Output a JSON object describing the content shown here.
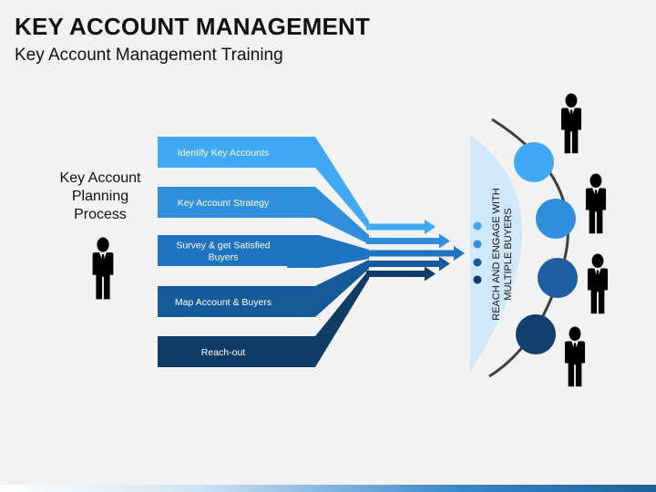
{
  "header": {
    "title": "KEY ACCOUNT MANAGEMENT",
    "subtitle": "Key Account Management Training"
  },
  "left": {
    "lines": [
      "Key Account",
      "Planning",
      "Process"
    ],
    "icon": "businessman-icon"
  },
  "steps": [
    {
      "label_lines": [
        "Identify Key Accounts"
      ],
      "color": "#3fa9f5"
    },
    {
      "label_lines": [
        "Key Account Strategy"
      ],
      "color": "#2f8fdc"
    },
    {
      "label_lines": [
        "Survey & get Satisfied",
        "Buyers"
      ],
      "color": "#1e74c0"
    },
    {
      "label_lines": [
        "Map Account & Buyers"
      ],
      "color": "#155a9a"
    },
    {
      "label_lines": [
        "Reach-out"
      ],
      "color": "#0e3c66"
    }
  ],
  "reach": {
    "label_lines": [
      "REACH AND ENGAGE WITH",
      "MULTIPLE BUYERS"
    ],
    "bullet_colors": [
      "#3fa9f5",
      "#2f8fdc",
      "#155a9a",
      "#0e3c66"
    ],
    "panel_color": "#cfe8fb"
  },
  "buyers": [
    {
      "circle_color": "#3fa9f5",
      "icon": "businessman-icon"
    },
    {
      "circle_color": "#2f8fdc",
      "icon": "businessman-icon"
    },
    {
      "circle_color": "#1e5fa3",
      "icon": "businessman-icon"
    },
    {
      "circle_color": "#123f6e",
      "icon": "businessman-icon"
    }
  ]
}
